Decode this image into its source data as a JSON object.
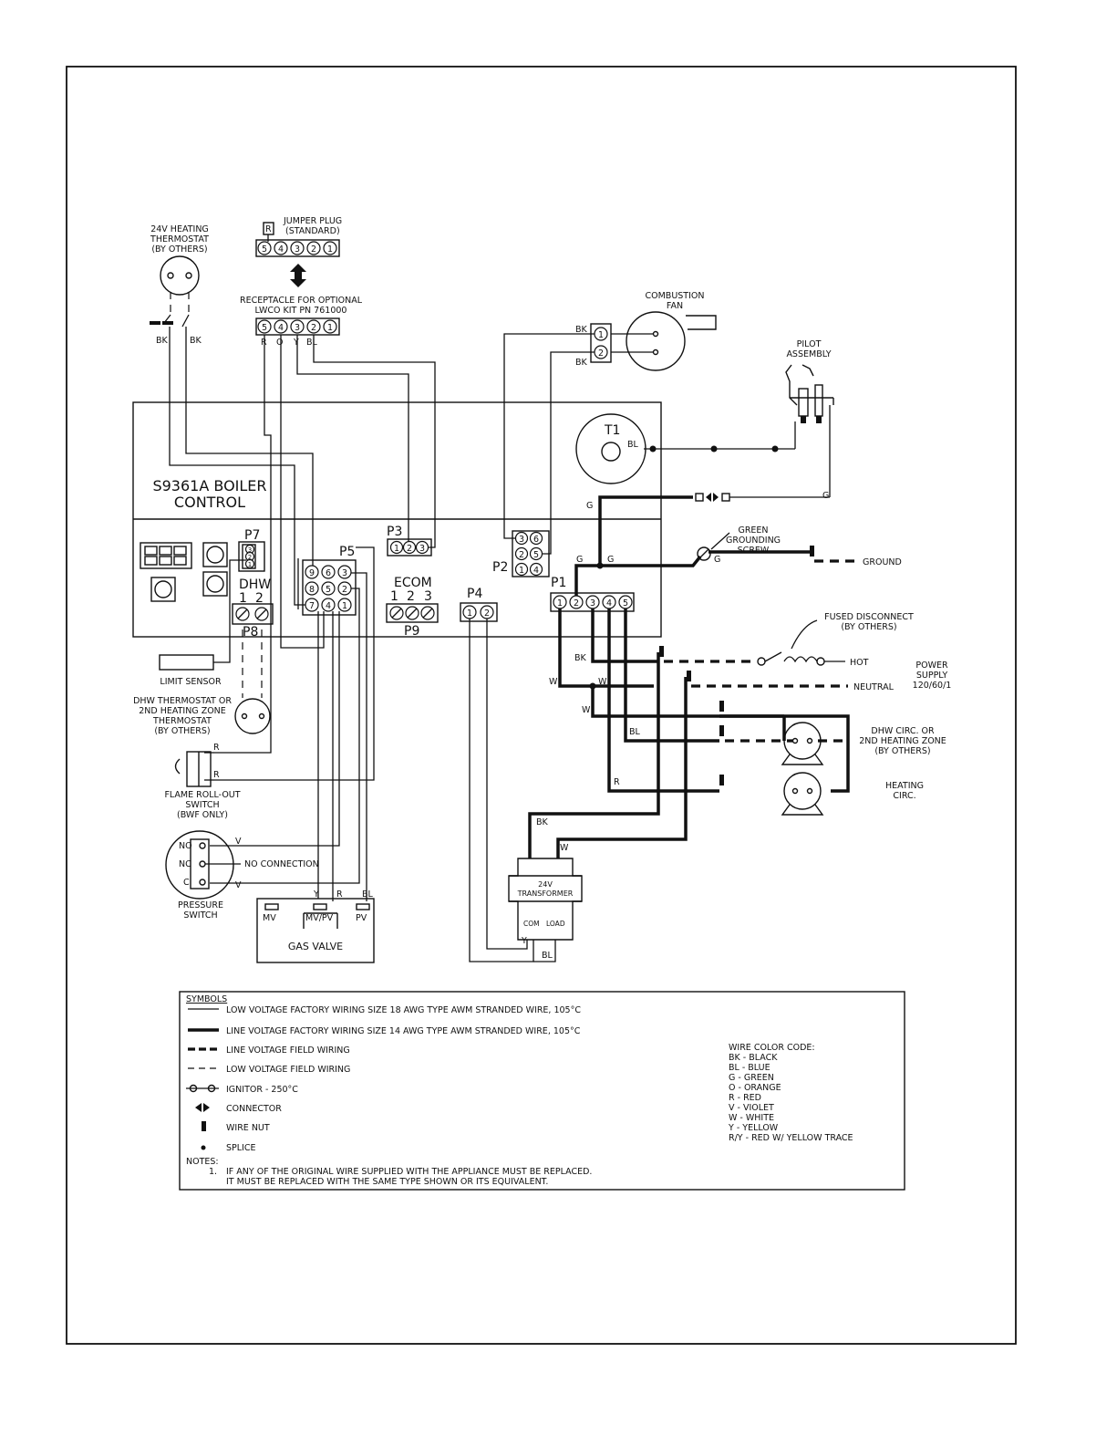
{
  "thermostat": {
    "line1": "24V HEATING",
    "line2": "THERMOSTAT",
    "line3": "(BY OTHERS)",
    "wire_left": "BK",
    "wire_right": "BK"
  },
  "jumper": {
    "line1": "JUMPER PLUG",
    "line2": "(STANDARD)",
    "r_label": "R",
    "pins": [
      "5",
      "4",
      "3",
      "2",
      "1"
    ]
  },
  "receptacle": {
    "line1": "RECEPTACLE FOR OPTIONAL",
    "line2": "LWCO KIT PN 761000",
    "pins": [
      "5",
      "4",
      "3",
      "2",
      "1"
    ],
    "wire_labels": [
      "R",
      "O",
      "Y",
      "BL"
    ]
  },
  "fan": {
    "line1": "COMBUSTION",
    "line2": "FAN",
    "pins": [
      "1",
      "2"
    ],
    "wire_labels": [
      "BK",
      "BK"
    ]
  },
  "pilot": {
    "line1": "PILOT",
    "line2": "ASSEMBLY"
  },
  "control": {
    "line1": "S9361A BOILER",
    "line2": "CONTROL",
    "t1": "T1",
    "t1_wire": "BL"
  },
  "connectors": {
    "p7": "P7",
    "p7_pins": [
      "3",
      "2",
      "1"
    ],
    "dhw": "DHW",
    "dhw_nums": [
      "1",
      "2"
    ],
    "p8": "P8",
    "p5": "P5",
    "p5_pins": [
      "9",
      "6",
      "3",
      "8",
      "5",
      "2",
      "7",
      "4",
      "1"
    ],
    "p3": "P3",
    "p3_pins": [
      "1",
      "2",
      "3"
    ],
    "ecom": "ECOM",
    "ecom_nums": [
      "1",
      "2",
      "3"
    ],
    "p9": "P9",
    "p2": "P2",
    "p2_pins": [
      "3",
      "6",
      "2",
      "5",
      "1",
      "4"
    ],
    "p4": "P4",
    "p4_pins": [
      "1",
      "2"
    ],
    "p1": "P1",
    "p1_pins": [
      "1",
      "2",
      "3",
      "4",
      "5"
    ]
  },
  "ground": {
    "screw1": "GREEN",
    "screw2": "GROUNDING",
    "screw3": "SCREW",
    "label": "GROUND",
    "g": "G"
  },
  "power": {
    "fused1": "FUSED DISCONNECT",
    "fused2": "(BY OTHERS)",
    "hot": "HOT",
    "neutral": "NEUTRAL",
    "supply1": "POWER",
    "supply2": "SUPPLY",
    "supply3": "120/60/1"
  },
  "wires": {
    "bk": "BK",
    "w": "W",
    "bl": "BL",
    "r": "R",
    "y": "Y",
    "v": "V"
  },
  "pumps": {
    "dhw1": "DHW CIRC. OR",
    "dhw2": "2ND HEATING ZONE",
    "dhw3": "(BY OTHERS)",
    "heat1": "HEATING",
    "heat2": "CIRC."
  },
  "limit_sensor": "LIMIT SENSOR",
  "dhw_thermostat": {
    "line1": "DHW THERMOSTAT OR",
    "line2": "2ND HEATING ZONE",
    "line3": "THERMOSTAT",
    "line4": "(BY OTHERS)"
  },
  "rollout": {
    "line1": "FLAME ROLL-OUT",
    "line2": "SWITCH",
    "line3": "(BWF ONLY)"
  },
  "pressure": {
    "no": "NO",
    "nc": "NC",
    "c": "C",
    "no_connection": "NO CONNECTION",
    "line1": "PRESSURE",
    "line2": "SWITCH"
  },
  "gas_valve": {
    "label": "GAS VALVE",
    "mv": "MV",
    "mvpv": "MV/PV",
    "pv": "PV"
  },
  "transformer": {
    "line1": "24V",
    "line2": "TRANSFORMER",
    "com": "COM",
    "load": "LOAD"
  },
  "legend": {
    "title": "SYMBOLS",
    "items": [
      "LOW VOLTAGE FACTORY WIRING SIZE 18 AWG TYPE AWM STRANDED WIRE, 105°C",
      "LINE VOLTAGE FACTORY WIRING SIZE 14 AWG TYPE AWM STRANDED WIRE, 105°C",
      "LINE VOLTAGE FIELD WIRING",
      "LOW VOLTAGE FIELD WIRING",
      "IGNITOR - 250°C",
      "CONNECTOR",
      "WIRE NUT",
      "SPLICE"
    ],
    "notes_title": "NOTES:",
    "note1_num": "1.",
    "note1_line1": "IF ANY OF THE ORIGINAL WIRE SUPPLIED WITH THE APPLIANCE MUST BE REPLACED.",
    "note1_line2": "IT MUST BE REPLACED WITH THE SAME TYPE SHOWN OR ITS EQUIVALENT.",
    "color_code_title": "WIRE COLOR CODE:",
    "color_codes": [
      "BK - BLACK",
      "BL - BLUE",
      "G - GREEN",
      "O - ORANGE",
      "R - RED",
      "V - VIOLET",
      "W - WHITE",
      "Y - YELLOW",
      "R/Y - RED W/ YELLOW TRACE"
    ]
  }
}
